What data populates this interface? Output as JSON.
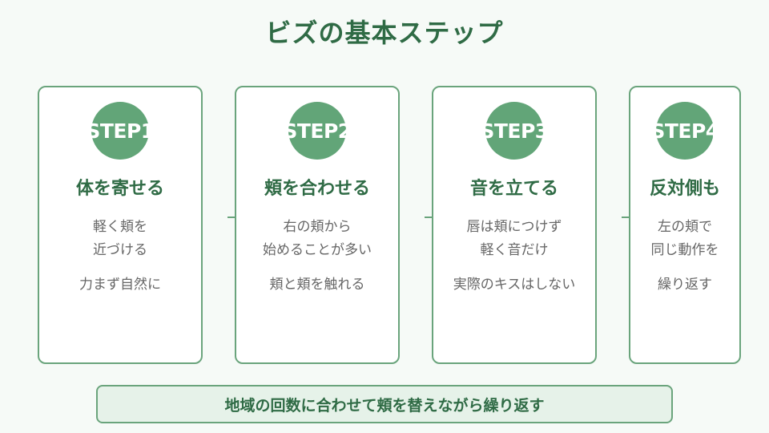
{
  "title": "ビズの基本ステップ",
  "steps": [
    {
      "badge": "STEP1",
      "heading": "体を寄せる",
      "lines": [
        "軽く頬を",
        "近づける"
      ],
      "note": "力まず自然に"
    },
    {
      "badge": "STEP2",
      "heading": "頬を合わせる",
      "lines": [
        "右の頬から",
        "始めることが多い"
      ],
      "note": "頬と頬を触れる"
    },
    {
      "badge": "STEP3",
      "heading": "音を立てる",
      "lines": [
        "唇は頬につけず",
        "軽く音だけ"
      ],
      "note": "実際のキスはしない"
    },
    {
      "badge": "STEP4",
      "heading": "反対側も",
      "lines": [
        "左の頬で",
        "同じ動作を"
      ],
      "note": "繰り返す"
    }
  ],
  "footer": "地域の回数に合わせて頬を替えながら繰り返す",
  "colors": {
    "accent": "#62a578",
    "border": "#6aa47c",
    "heading": "#2f6b45",
    "text": "#666666",
    "footer_bg": "#e6f2e9"
  }
}
